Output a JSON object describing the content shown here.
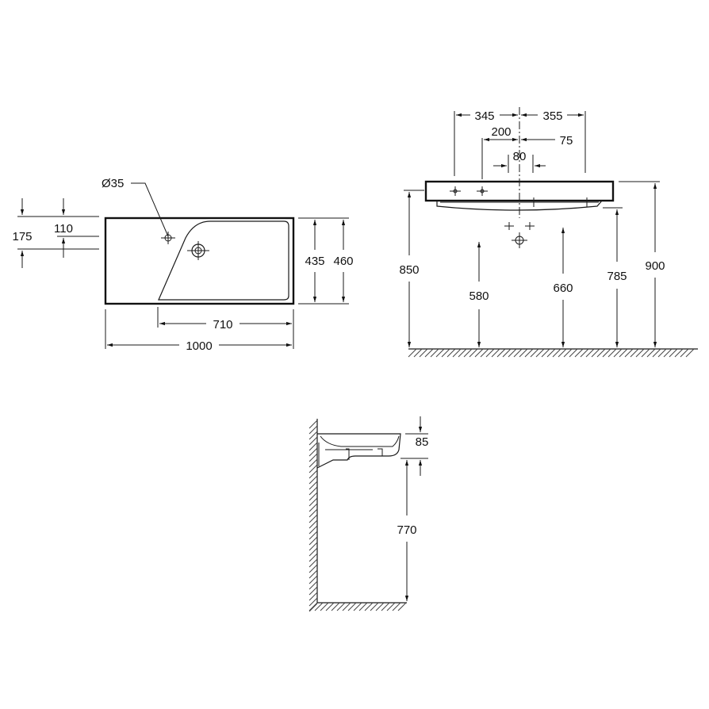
{
  "top_view": {
    "hole_diameter": "Ø35",
    "dim_1000": "1000",
    "dim_710": "710",
    "dim_435": "435",
    "dim_460": "460",
    "dim_110": "110",
    "dim_175": "175"
  },
  "front_view": {
    "dim_345": "345",
    "dim_355": "355",
    "dim_200": "200",
    "dim_75": "75",
    "dim_80": "80",
    "dim_850": "850",
    "dim_580": "580",
    "dim_660": "660",
    "dim_785": "785",
    "dim_900": "900"
  },
  "side_view": {
    "dim_85": "85",
    "dim_770": "770"
  }
}
